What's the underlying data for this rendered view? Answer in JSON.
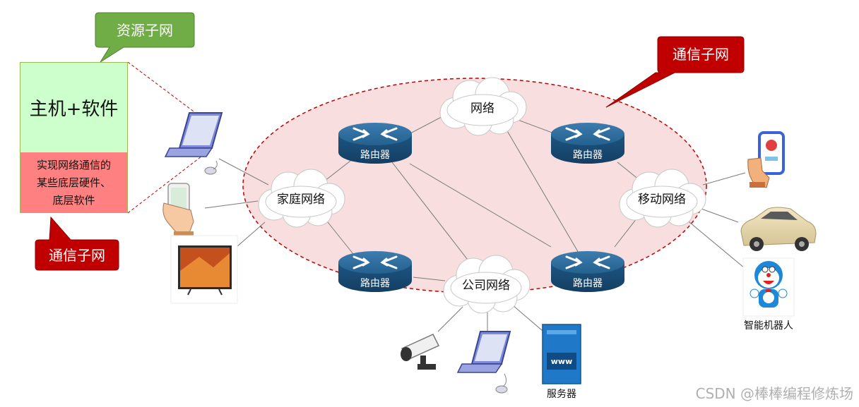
{
  "callouts": {
    "resource_subnet": "资源子网",
    "comm_subnet_top": "通信子网",
    "comm_subnet_bottom": "通信子网"
  },
  "host_box": {
    "title": "主机+软件",
    "desc_line1": "实现网络通信的",
    "desc_line2": "某些底层硬件、",
    "desc_line3": "底层软件"
  },
  "clouds": {
    "center": "网络",
    "home": "家庭网络",
    "mobile": "移动网络",
    "company": "公司网络"
  },
  "routers": {
    "top_left": "路由器",
    "top_right": "路由器",
    "bottom_left": "路由器",
    "bottom_right": "路由器"
  },
  "devices": {
    "robot_label": "智能机器人",
    "server_label": "服务器",
    "server_screen": "www"
  },
  "watermark": "CSDN @棒棒编程修炼场",
  "colors": {
    "resource_callout": "#70ad47",
    "comm_callout": "#c00000",
    "ellipse_fill": "#f8dede",
    "ellipse_stroke": "#c00000",
    "router": "#1f5a85",
    "host_top": "#ccffcc",
    "host_bottom": "#ff8080"
  },
  "icons": [
    "laptop-icon",
    "phone-icon",
    "tv-icon",
    "smartphone-call-icon",
    "car-icon",
    "robot-icon",
    "camera-icon",
    "server-icon",
    "router-icon",
    "cloud-icon"
  ]
}
